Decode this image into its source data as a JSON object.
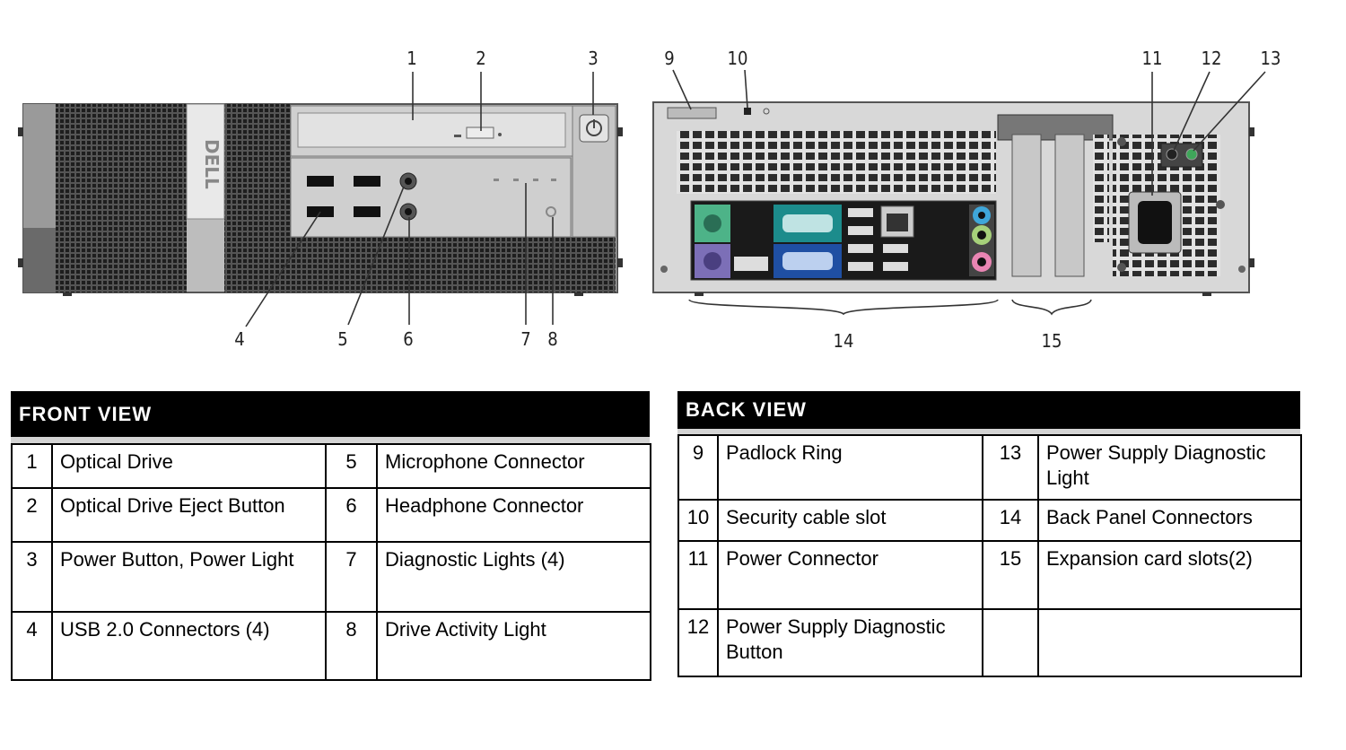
{
  "callouts": {
    "c1": "1",
    "c2": "2",
    "c3": "3",
    "c4": "4",
    "c5": "5",
    "c6": "6",
    "c7": "7",
    "c8": "8",
    "c9": "9",
    "c10": "10",
    "c11": "11",
    "c12": "12",
    "c13": "13",
    "c14": "14",
    "c15": "15"
  },
  "logo_text": "DELL",
  "front_view": {
    "title": "FRONT VIEW",
    "rows": [
      [
        {
          "num": "1",
          "label": "Optical Drive"
        },
        {
          "num": "5",
          "label": "Microphone Connector"
        }
      ],
      [
        {
          "num": "2",
          "label": "Optical Drive Eject Button"
        },
        {
          "num": "6",
          "label": "Headphone Connector"
        }
      ],
      [
        {
          "num": "3",
          "label": "Power Button, Power Light"
        },
        {
          "num": "7",
          "label": "Diagnostic Lights (4)"
        }
      ],
      [
        {
          "num": "4",
          "label": "USB 2.0 Connectors (4)"
        },
        {
          "num": "8",
          "label": "Drive Activity Light"
        }
      ]
    ]
  },
  "back_view": {
    "title": "BACK VIEW",
    "rows": [
      [
        {
          "num": "9",
          "label": "Padlock Ring"
        },
        {
          "num": "13",
          "label": "Power Supply Diagnostic Light"
        }
      ],
      [
        {
          "num": "10",
          "label": "Security cable slot"
        },
        {
          "num": "14",
          "label": "Back Panel Connectors"
        }
      ],
      [
        {
          "num": "11",
          "label": "Power Connector"
        },
        {
          "num": "15",
          "label": "Expansion card slots(2)"
        }
      ],
      [
        {
          "num": "12",
          "label": "Power Supply Diagnostic Button"
        },
        {
          "num": "",
          "label": ""
        }
      ]
    ]
  },
  "colors": {
    "header_bg": "#000000",
    "ps2_green": "#4db388",
    "ps2_purple": "#7c6fb7",
    "serial_teal": "#1c8c8c",
    "vga_blue": "#1f4fa3",
    "audio_lime": "#a6d07a",
    "audio_pink": "#e985b3",
    "audio_blue": "#3fa6d9"
  }
}
